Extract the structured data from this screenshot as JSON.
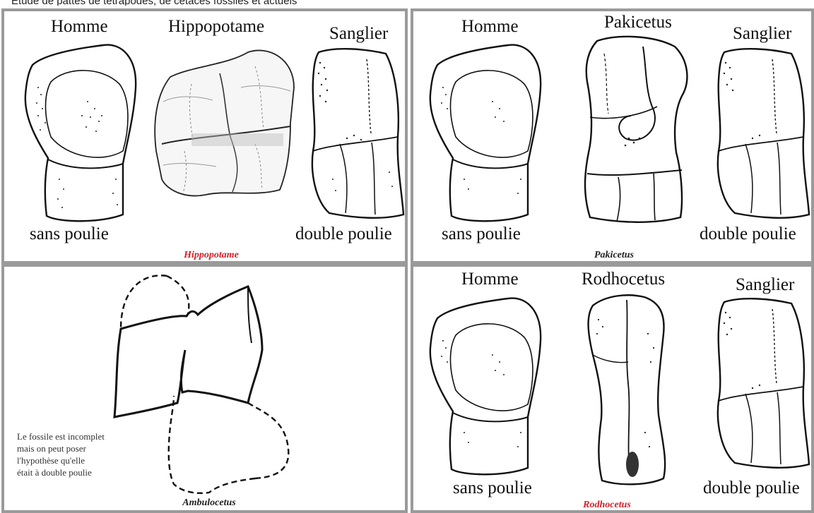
{
  "header_text": "Étude de pattes de tétrapodes, de cétacés fossiles et actuels",
  "panels": [
    {
      "labels": [
        "Homme",
        "Hippopotame",
        "Sanglier"
      ],
      "sub_left": "sans poulie",
      "sub_right": "double poulie",
      "caption": "Hippopotame",
      "caption_color": "#d0202a"
    },
    {
      "labels": [
        "Homme",
        "Pakicetus",
        "Sanglier"
      ],
      "sub_left": "sans poulie",
      "sub_right": "double poulie",
      "caption": "Pakicetus",
      "caption_color": "#222222"
    },
    {
      "note_lines": [
        "Le fossile est incomplet",
        "mais on peut poser",
        "l'hypothèse qu'elle",
        "était à double poulie"
      ],
      "caption": "Ambulocetus",
      "caption_color": "#222222"
    },
    {
      "labels": [
        "Homme",
        "Rodhocetus",
        "Sanglier"
      ],
      "sub_left": "sans poulie",
      "sub_right": "double poulie",
      "caption": "Rodhocetus",
      "caption_color": "#d0202a"
    }
  ]
}
